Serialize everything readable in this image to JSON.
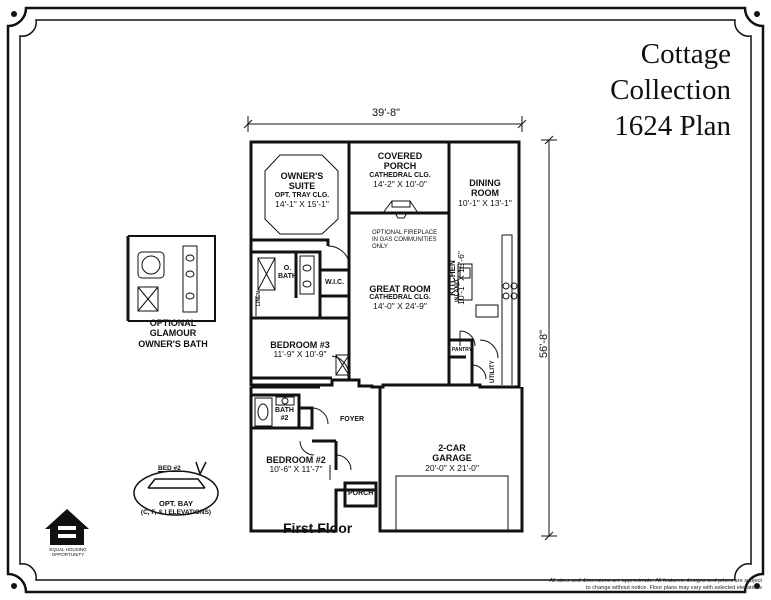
{
  "title": {
    "line1": "Cottage",
    "line2": "Collection",
    "line3": "1624 Plan"
  },
  "dimensions": {
    "width": "39'-8\"",
    "depth": "56'-8\""
  },
  "rooms": {
    "owners_suite": {
      "name1": "OWNER'S",
      "name2": "SUITE",
      "note": "OPT. TRAY CLG.",
      "size": "14'-1\" X 15'-1\""
    },
    "covered_porch": {
      "name1": "COVERED",
      "name2": "PORCH",
      "note": "CATHEDRAL CLG.",
      "size": "14'-2\" X 10'-0\""
    },
    "dining_room": {
      "name1": "DINING",
      "name2": "ROOM",
      "size": "10'-1\" X 13'-1\""
    },
    "fireplace_note": {
      "line1": "OPTIONAL FIREPLACE",
      "line2": "IN GAS COMMUNITIES",
      "line3": "ONLY"
    },
    "great_room": {
      "name": "GREAT ROOM",
      "note": "CATHEDRAL CLG.",
      "size": "14'-0\" X 24'-9\""
    },
    "kitchen": {
      "name": "KITCHEN",
      "size": "10'-1\" X 15'-6\""
    },
    "island": "ISLAND",
    "owners_bath": {
      "line1": "O.",
      "line2": "BATH"
    },
    "wic": "W.I.C.",
    "linen": "LINEN",
    "bedroom3": {
      "name": "BEDROOM #3",
      "size": "11'-9\" X 10'-9\""
    },
    "pantry": "PANTRY",
    "utility": "UTILITY",
    "bath2": {
      "line1": "BATH",
      "line2": "#2"
    },
    "foyer": "FOYER",
    "garage": {
      "name1": "2-CAR",
      "name2": "GARAGE",
      "size": "20'-0\" X 21'-0\""
    },
    "bedroom2": {
      "name": "BEDROOM #2",
      "size": "10'-6\" X 11'-7\""
    },
    "porch": "PORCH"
  },
  "optional_bath": {
    "line1": "OPTIONAL",
    "line2": "GLAMOUR",
    "line3": "OWNER'S BATH"
  },
  "optional_bay": {
    "label": "BED #2",
    "line1": "OPT. BAY",
    "line2": "(C, F, & I ELEVATIONS)"
  },
  "floor_label": "First Floor",
  "equal_housing": {
    "line1": "EQUAL HOUSING",
    "line2": "OPPORTUNITY"
  },
  "disclaimer": {
    "line1": "All sizes and dimensions are approximate. All features, designs and prices are subject",
    "line2": "to change without notice.  Floor plans may vary with selected elevations"
  }
}
